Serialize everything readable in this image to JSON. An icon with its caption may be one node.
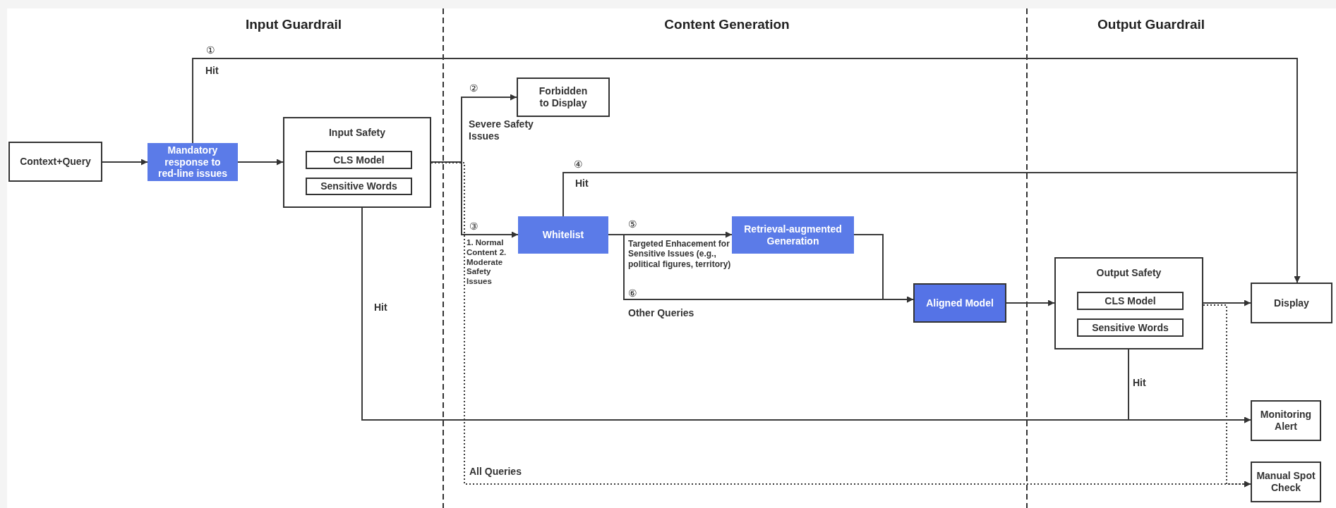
{
  "diagram": {
    "nodes": [
      {
        "text": [
          "Context+Query"
        ]
      },
      {
        "text": [
          "Mandatory response to red-line issues"
        ]
      },
      {
        "text": [
          "Input Safety"
        ]
      },
      {
        "text": [
          "CLS Model"
        ],
        "in": 2
      },
      {
        "text": [
          "Sensitive Words"
        ],
        "in": 2
      },
      {
        "text": [
          "Forbidden to Display"
        ]
      },
      {
        "text": [
          "Whitelist"
        ]
      },
      {
        "text": [
          "Retrieval-augmented Generation"
        ]
      },
      {
        "text": [
          "Aligned Model"
        ]
      },
      {
        "text": [
          "Output Safety"
        ]
      },
      {
        "text": [
          "CLS Model"
        ],
        "in": 9
      },
      {
        "text": [
          "Sensitive Words"
        ],
        "in": 9
      },
      {
        "text": [
          "Display"
        ]
      },
      {
        "text": [
          "Monitoring Alert"
        ]
      },
      {
        "text": [
          "Manual Spot Check"
        ]
      }
    ],
    "edges": [
      {
        "from": 0,
        "to": 1,
        "arrow": "to"
      },
      {
        "from": 1,
        "to": 2,
        "arrow": "to"
      },
      {
        "from": 1,
        "to": 12,
        "arrow": "to",
        "label": "Hit"
      },
      {
        "from": 2,
        "to": 5,
        "arrow": "to",
        "label": "Severe Safety Issues"
      },
      {
        "from": 2,
        "to": 6,
        "arrow": "to",
        "label": "1. Normal Content 2. Moderate Safety Issues"
      },
      {
        "from": 6,
        "to": 12,
        "arrow": "to",
        "label": "Hit"
      },
      {
        "from": 6,
        "to": 7,
        "arrow": "to",
        "label": "Targeted Enhacement for Sensitive Issues (e.g., political figures, territory)"
      },
      {
        "from": 6,
        "to": 8,
        "arrow": "to",
        "label": "Other Queries"
      },
      {
        "from": 7,
        "to": 8,
        "arrow": "to"
      },
      {
        "from": 8,
        "to": 9,
        "arrow": "to"
      },
      {
        "from": 9,
        "to": 12,
        "arrow": "to"
      },
      {
        "from": 2,
        "to": 13,
        "arrow": "to",
        "label": "Hit"
      },
      {
        "from": 9,
        "to": 13,
        "arrow": "to",
        "label": "Hit"
      },
      {
        "from": 2,
        "to": 14,
        "arrow": "to",
        "label": "All Queries",
        "style": "dashed"
      },
      {
        "from": 9,
        "to": 14,
        "arrow": "to",
        "style": "dashed"
      }
    ],
    "labels": [
      "Input Guardrail",
      "Content Generation",
      "Output Guardrail",
      "①",
      "②",
      "③",
      "④",
      "⑤",
      "⑥"
    ]
  }
}
